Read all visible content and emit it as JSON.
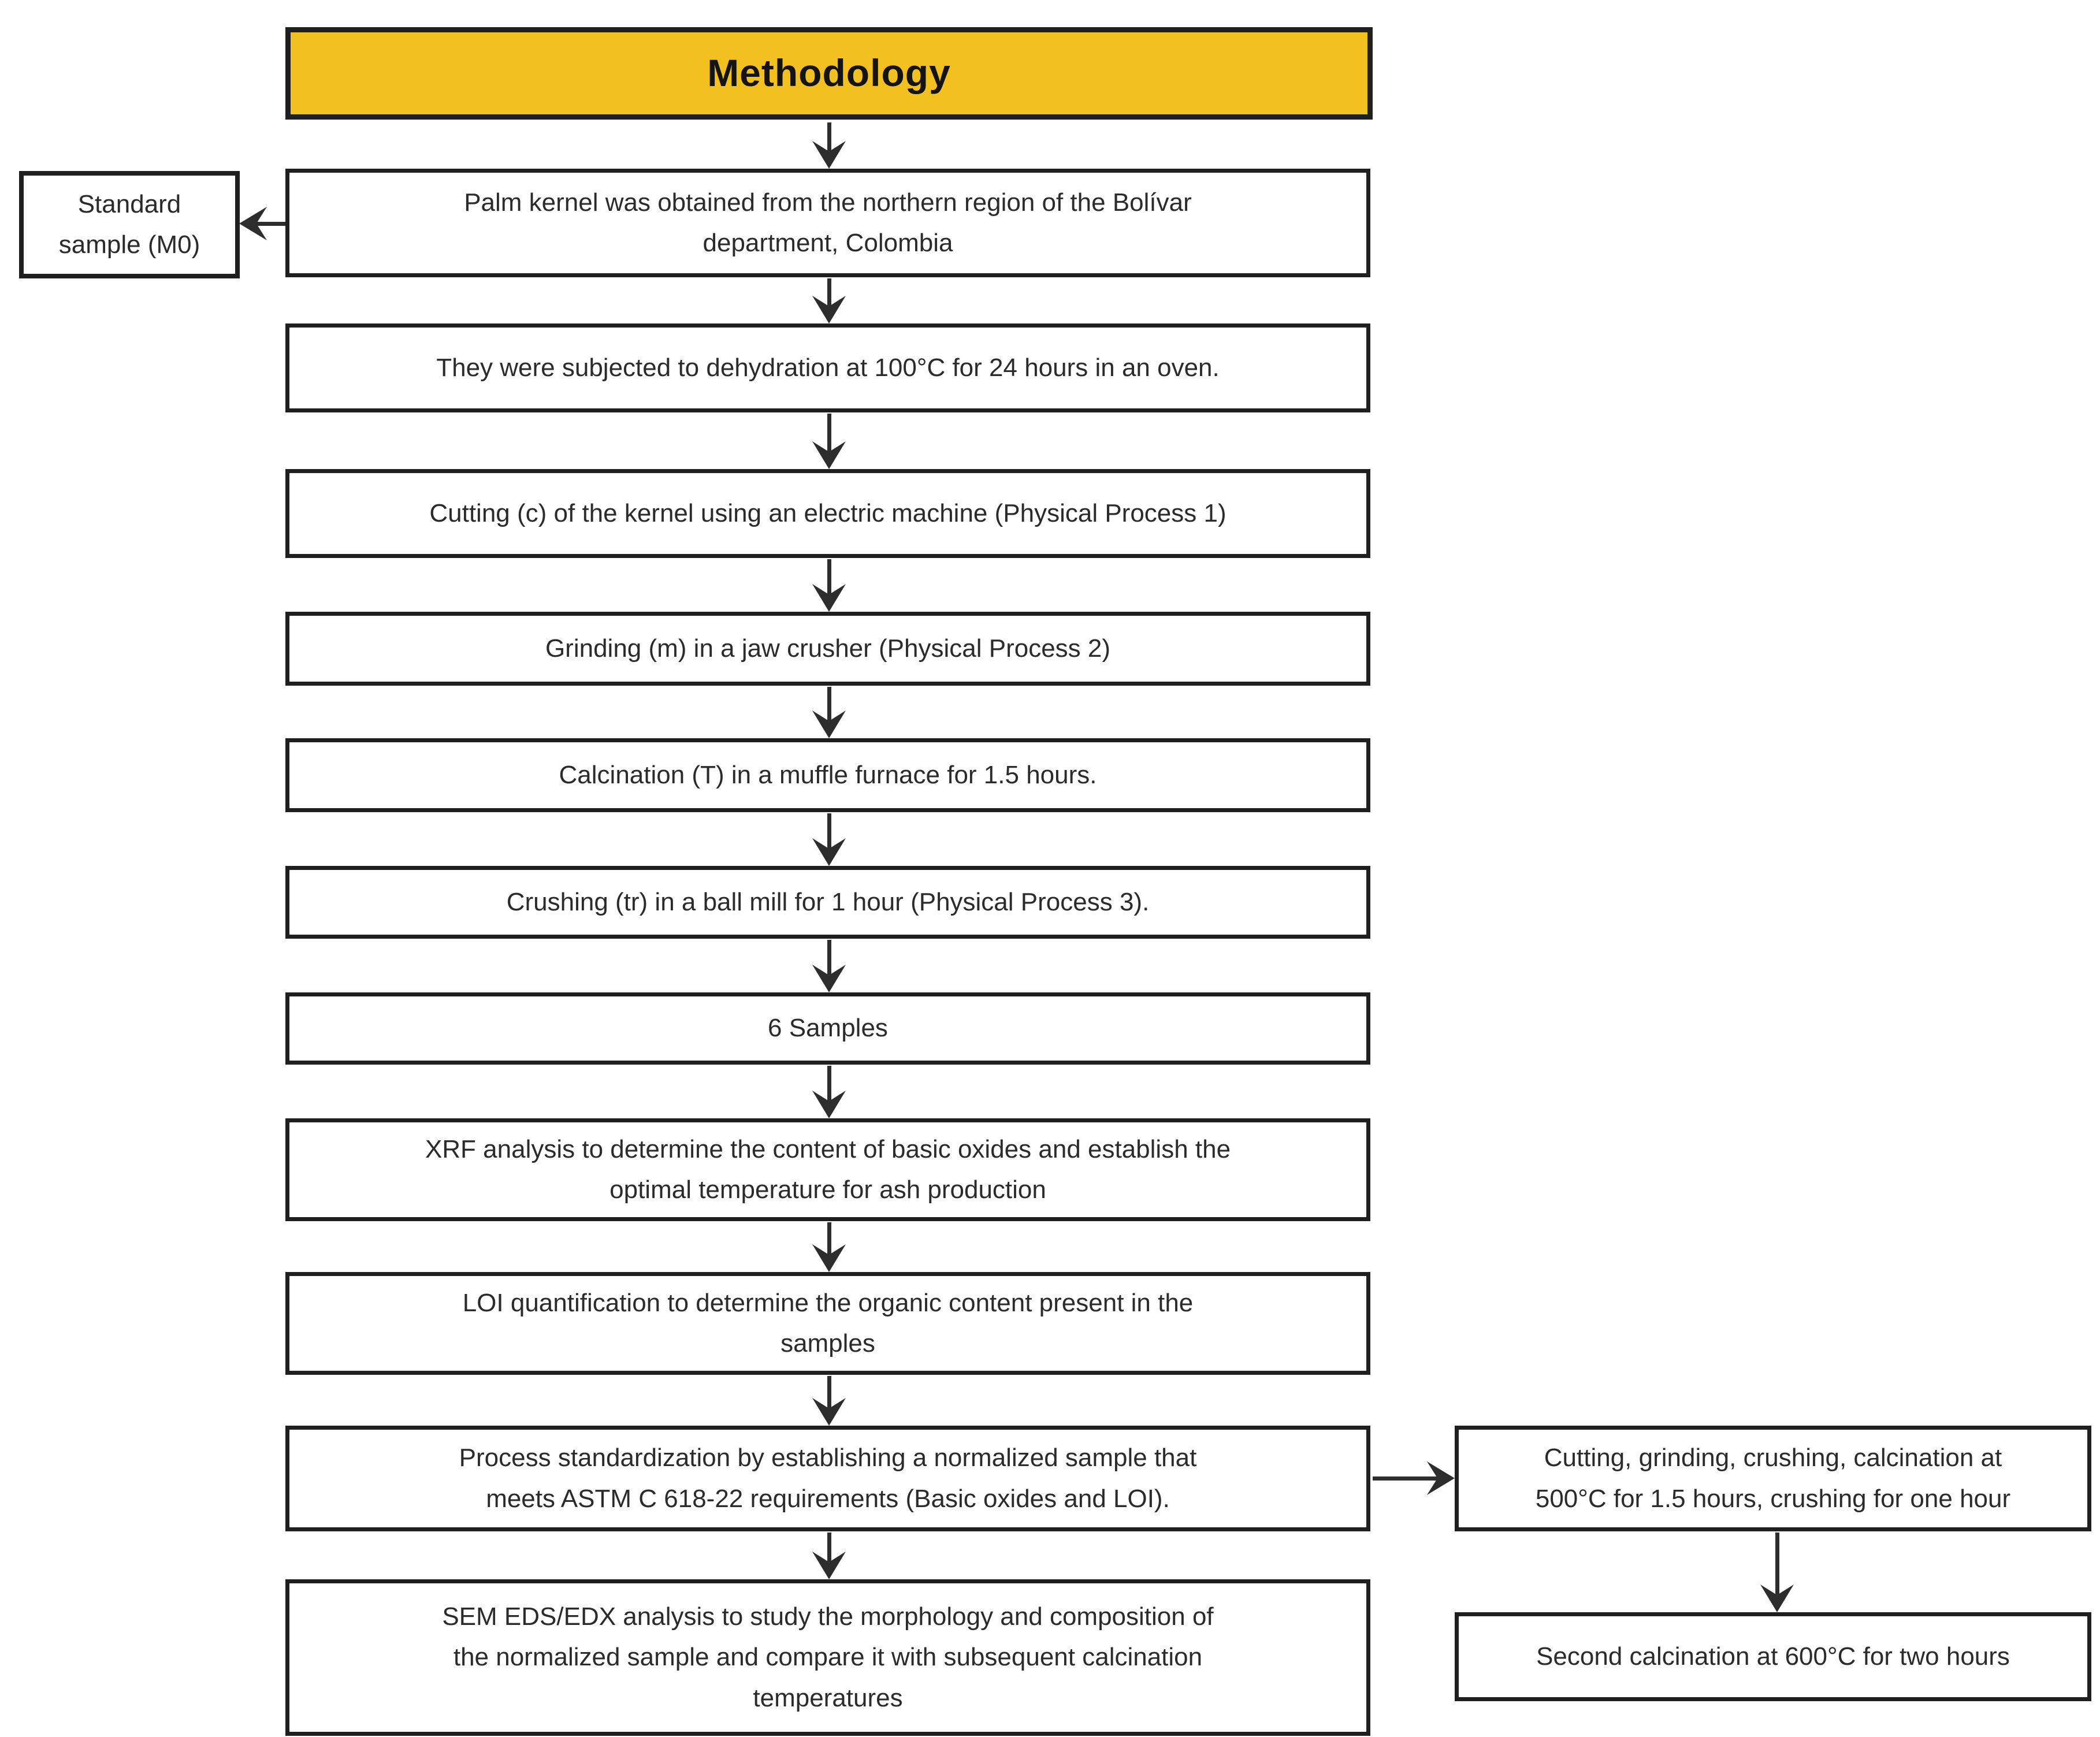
{
  "colors": {
    "page_bg": "#FFFFFF",
    "title_bg": "#F3C11F",
    "box_bg": "#FFFFFF",
    "border": "#1F1F1F",
    "arrow": "#2D2D2D",
    "text": "#2B2B2B"
  },
  "title": {
    "label": "Methodology"
  },
  "side_box": {
    "text": "Standard\nsample (M0)"
  },
  "main_steps": [
    {
      "text": "Palm kernel was obtained from the northern region of the Bolívar\ndepartment, Colombia"
    },
    {
      "text": "They were subjected to dehydration at 100°C for 24 hours in an oven."
    },
    {
      "text": "Cutting (c) of the kernel using an electric machine (Physical Process 1)"
    },
    {
      "text": "Grinding (m) in a jaw crusher (Physical Process 2)"
    },
    {
      "text": "Calcination (T) in a muffle furnace for 1.5 hours."
    },
    {
      "text": "Crushing (tr) in a ball mill for 1 hour (Physical Process 3)."
    },
    {
      "text": "6 Samples"
    },
    {
      "text": "XRF analysis to determine the content of basic oxides and establish the\noptimal temperature for ash production"
    },
    {
      "text": "LOI quantification to determine the organic content present in the\nsamples"
    },
    {
      "text": "Process standardization by establishing a normalized sample that\nmeets ASTM C 618-22 requirements (Basic oxides and LOI)."
    },
    {
      "text": "SEM EDS/EDX analysis to study the morphology and composition of\nthe normalized sample and compare it with subsequent calcination\ntemperatures"
    }
  ],
  "right_steps": [
    {
      "text": "Cutting, grinding, crushing, calcination at\n500°C for 1.5 hours, crushing for one hour"
    },
    {
      "text": "Second calcination at 600°C for two hours"
    }
  ]
}
